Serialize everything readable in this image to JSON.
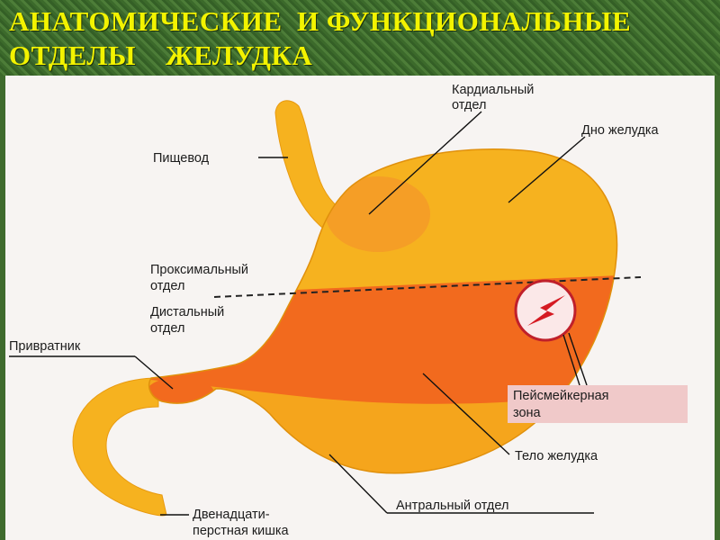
{
  "title": {
    "line1": "АНАТОМИЧЕСКИЕ  И ФУНКЦИОНАЛЬНЫЕ",
    "line2": "ОТДЕЛЫ    ЖЕЛУДКА"
  },
  "labels": {
    "cardiac_1": "Кардиальный",
    "cardiac_2": "отдел",
    "fundus": "Дно желудка",
    "esophagus": "Пищевод",
    "proximal_1": "Проксимальный",
    "proximal_2": "отдел",
    "distal_1": "Дистальный",
    "distal_2": "отдел",
    "pylorus": "Привратник",
    "pacemaker_1": "Пейсмейкерная",
    "pacemaker_2": "зона",
    "body": "Тело желудка",
    "antrum": "Антральный отдел",
    "duodenum_1": "Двенадцати-",
    "duodenum_2": "перстная кишка"
  },
  "colors": {
    "title": "#f3f300",
    "header_bg": "#3f6b2e",
    "proximal_fill": "#f6b21f",
    "distal_fill": "#f26a1e",
    "antrum_fill": "#f5a51c",
    "pacemaker_box": "#f0c9c9"
  },
  "icons": {
    "pacemaker": "lightning-bolt-icon"
  }
}
